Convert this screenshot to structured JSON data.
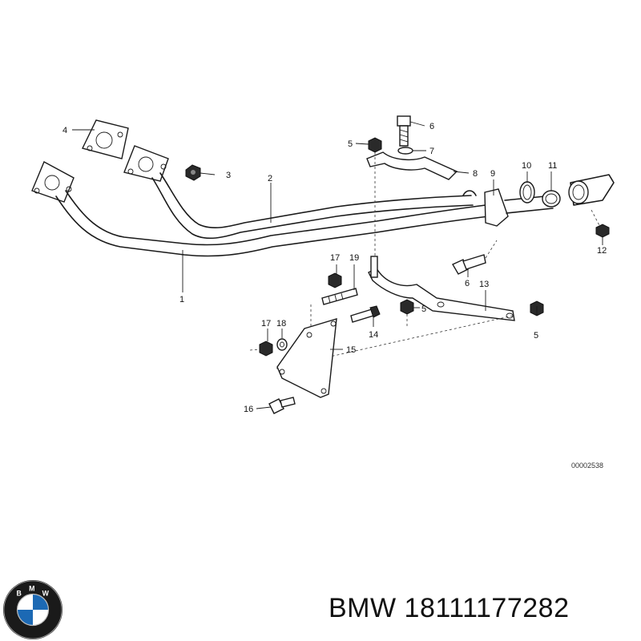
{
  "diagram": {
    "reference_number": "00002538",
    "callouts": [
      "1",
      "2",
      "3",
      "4",
      "5",
      "6",
      "7",
      "8",
      "9",
      "10",
      "11",
      "12",
      "13",
      "14",
      "15",
      "16",
      "17",
      "18",
      "19"
    ]
  },
  "footer": {
    "brand": "BMW",
    "part_number": "18111177282",
    "logo_letters": [
      "B",
      "M",
      "W"
    ]
  }
}
